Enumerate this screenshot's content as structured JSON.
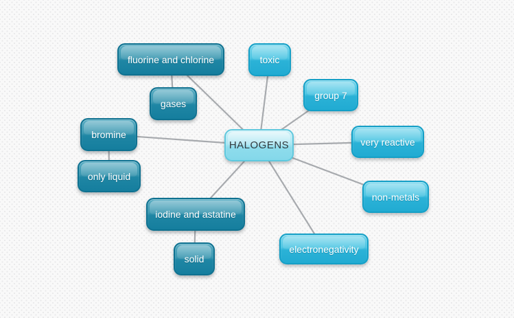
{
  "mindmap": {
    "nodes": [
      {
        "id": "halogens",
        "label": "HALOGENS",
        "level": "root"
      },
      {
        "id": "fluorine-and-chlorine",
        "label": "fluorine and chlorine",
        "level": "branch"
      },
      {
        "id": "gases",
        "label": "gases",
        "level": "child"
      },
      {
        "id": "toxic",
        "label": "toxic",
        "level": "branch"
      },
      {
        "id": "group-7",
        "label": "group 7",
        "level": "branch"
      },
      {
        "id": "very-reactive",
        "label": "very reactive",
        "level": "branch"
      },
      {
        "id": "bromine",
        "label": "bromine",
        "level": "branch"
      },
      {
        "id": "only-liquid",
        "label": "only liquid",
        "level": "child"
      },
      {
        "id": "non-metals",
        "label": "non-metals",
        "level": "branch"
      },
      {
        "id": "iodine-and-astatine",
        "label": "iodine and astatine",
        "level": "branch"
      },
      {
        "id": "solid",
        "label": "solid",
        "level": "child"
      },
      {
        "id": "electronegativity",
        "label": "electronegativity",
        "level": "branch"
      }
    ],
    "edges": [
      [
        "halogens",
        "fluorine-and-chlorine"
      ],
      [
        "halogens",
        "toxic"
      ],
      [
        "halogens",
        "group-7"
      ],
      [
        "halogens",
        "very-reactive"
      ],
      [
        "halogens",
        "non-metals"
      ],
      [
        "halogens",
        "electronegativity"
      ],
      [
        "halogens",
        "iodine-and-astatine"
      ],
      [
        "halogens",
        "bromine"
      ],
      [
        "fluorine-and-chlorine",
        "gases"
      ],
      [
        "bromine",
        "only-liquid"
      ],
      [
        "iodine-and-astatine",
        "solid"
      ]
    ],
    "colors": {
      "root_fill_top": "#cdf1f8",
      "root_fill_bottom": "#84d8ea",
      "root_border": "#5fc8dd",
      "root_text": "#30393d",
      "branch_dark_fill_top": "#55abc1",
      "branch_dark_fill_bottom": "#157e9e",
      "branch_dark_border": "#0e7190",
      "branch_cyan_fill_top": "#74d5ec",
      "branch_cyan_fill_bottom": "#21abd2",
      "branch_cyan_border": "#149fc6",
      "branch_text": "#ffffff",
      "connector": "#a7aaae",
      "canvas_background": "#f9f9f9"
    }
  }
}
